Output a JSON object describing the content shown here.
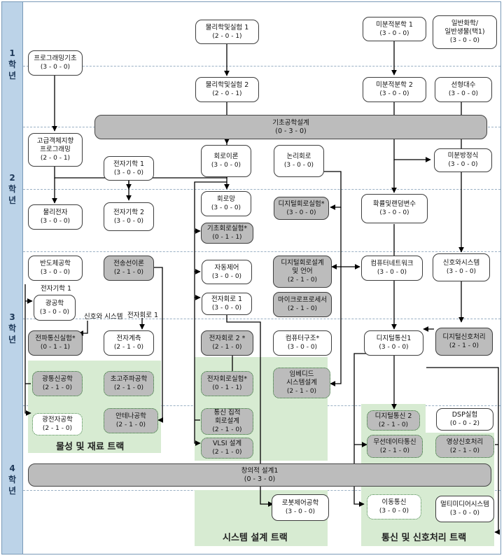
{
  "years": [
    {
      "label": "1\n학\n년"
    },
    {
      "label": "2\n학\n년"
    },
    {
      "label": "3\n학\n년"
    },
    {
      "label": "4\n학\n년"
    }
  ],
  "courses": {
    "physics1": {
      "name": "물리학및실험 1",
      "credit": "(2 - 0 - 1)"
    },
    "calculus1": {
      "name": "미분적분학 1",
      "credit": "(3 - 0 - 0)"
    },
    "chembio": {
      "name": "일반화학/\n일반생물(택1)",
      "credit": "(3 - 0 - 0)"
    },
    "progbasic": {
      "name": "프로그래밍기초",
      "credit": "(3 - 0 - 0)"
    },
    "physics2": {
      "name": "물리학및실험 2",
      "credit": "(2 - 0 - 1)"
    },
    "calculus2": {
      "name": "미분적분학 2",
      "credit": "(3 - 0 - 0)"
    },
    "linalg": {
      "name": "선형대수",
      "credit": "(3 - 0 - 0)"
    },
    "oop": {
      "name": "고급객체지향\n프로그래밍",
      "credit": "(2 - 0 - 1)"
    },
    "em1": {
      "name": "전자기학 1",
      "credit": "(3 - 0 - 0)"
    },
    "circuit": {
      "name": "회로이론",
      "credit": "(3 - 0 - 0)"
    },
    "logic": {
      "name": "논리회로",
      "credit": "(3 - 0 - 0)"
    },
    "diffeq": {
      "name": "미분방정식",
      "credit": "(3 - 0 - 0)"
    },
    "network": {
      "name": "회로망",
      "credit": "(3 - 0 - 0)"
    },
    "diglab": {
      "name": "디지털회로실험*",
      "credit": "(3 - 0 - 0)"
    },
    "prob": {
      "name": "확률및랜덤변수",
      "credit": "(3 - 0 - 0)"
    },
    "physelec": {
      "name": "물리전자",
      "credit": "(3 - 0 - 0)"
    },
    "em2": {
      "name": "전자기학 2",
      "credit": "(3 - 0 - 0)"
    },
    "basiclab": {
      "name": "기초회로실험*",
      "credit": "(0 - 1 - 1)"
    },
    "semi": {
      "name": "반도체공학",
      "credit": "(3 - 0 - 0)"
    },
    "transline": {
      "name": "전송선이론",
      "credit": "(2 - 1 - 0)"
    },
    "control": {
      "name": "자동제어",
      "credit": "(3 - 0 - 0)"
    },
    "digdesign": {
      "name": "디지털회로설계\n및 언어",
      "credit": "(2 - 1 - 0)"
    },
    "compnet": {
      "name": "컴퓨터네트워크",
      "credit": "(3 - 0 - 0)"
    },
    "signals": {
      "name": "신호와시스템",
      "credit": "(3 - 0 - 0)"
    },
    "optics": {
      "name": "광공학",
      "credit": "(3 - 0 - 0)"
    },
    "elec1": {
      "name": "전자회로 1",
      "credit": "(3 - 0 - 0)"
    },
    "micro": {
      "name": "마이크로프로세서",
      "credit": "(2 - 1 - 0)"
    },
    "emlab": {
      "name": "전파통신실험*",
      "credit": "(0 - 1 - 1)"
    },
    "meas": {
      "name": "전자계측",
      "credit": "(2 - 1 - 0)"
    },
    "elec2": {
      "name": "전자회로 2 *",
      "credit": "(2 - 1 - 0)"
    },
    "comparch": {
      "name": "컴퓨터구조*",
      "credit": "(3 - 0 - 0)"
    },
    "digcomm1": {
      "name": "디지털통신1",
      "credit": "(3 - 0 - 0)"
    },
    "dsp": {
      "name": "디지털신호처리",
      "credit": "(2 - 1 - 0)"
    },
    "optcomm": {
      "name": "광통신공학",
      "credit": "(2 - 1 - 0)"
    },
    "microwave": {
      "name": "초고주파공학",
      "credit": "(2 - 1 - 0)"
    },
    "eleclab": {
      "name": "전자회로실험*",
      "credit": "(0 - 1 - 1)"
    },
    "embedded": {
      "name": "임베디드\n시스템설계",
      "credit": "(2 - 1 - 0)"
    },
    "optelec": {
      "name": "광전자공학",
      "credit": "(2 - 1 - 0)"
    },
    "antenna": {
      "name": "안테나공학",
      "credit": "(2 - 1 - 0)"
    },
    "ic": {
      "name": "통신 집적\n회로설계",
      "credit": "(2 - 1 - 0)"
    },
    "digcomm2": {
      "name": "디지털통신 2",
      "credit": "(2 - 1 - 0)"
    },
    "dsplab": {
      "name": "DSP실험",
      "credit": "(0 - 0 - 2)"
    },
    "vlsi": {
      "name": "VLSI 설계",
      "credit": "(2 - 1 - 0)"
    },
    "wireless": {
      "name": "무선데이타통신",
      "credit": "(2 - 1 - 0)"
    },
    "image": {
      "name": "영상신호처리",
      "credit": "(2 - 1 - 0)"
    },
    "robot": {
      "name": "로봇제어공학",
      "credit": "(3 - 0 - 0)"
    },
    "mobile": {
      "name": "이동통신",
      "credit": "(3 - 0 - 0)"
    },
    "multimedia": {
      "name": "멀티미디어시스템",
      "credit": "(3 - 0 - 0)"
    }
  },
  "bars": {
    "basicdesign": {
      "name": "기초공학설계",
      "credit": "(0 - 3 - 0)"
    },
    "creative": {
      "name": "창의적 설계1",
      "credit": "(0 - 3 - 0)"
    }
  },
  "edge_labels": {
    "em1_ref": "전자기학 1",
    "signals_ref": "신호와 시스템",
    "circuit1_ref": "전자회로 1"
  },
  "tracks": {
    "materials": "물성 및 재료 트랙",
    "system": "시스템 설계 트랙",
    "comm": "통신 및 신호처리 트랙"
  },
  "colors": {
    "year_bar": "#bcd3e8",
    "track_zone": "#d7ebd2",
    "gray_node": "#bcbcbc"
  }
}
